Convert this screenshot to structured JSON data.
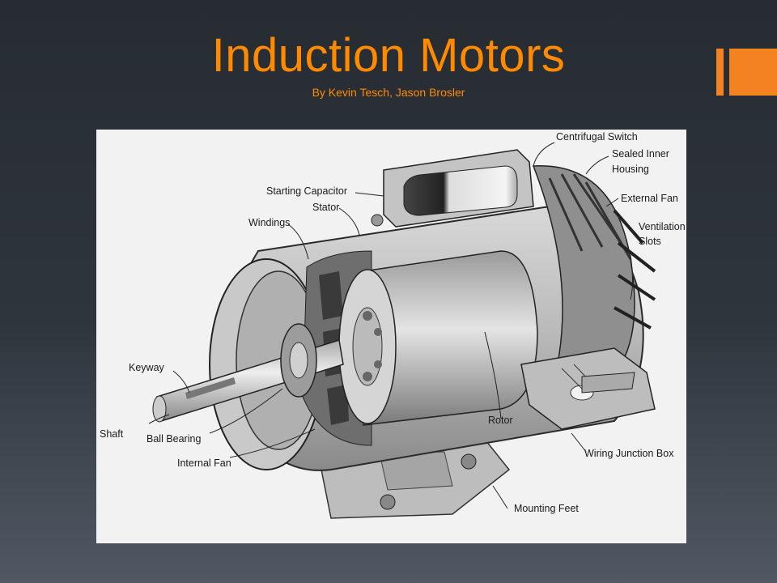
{
  "slide": {
    "title": "Induction Motors",
    "subtitle": "By Kevin Tesch, Jason Brosler",
    "accent_color": "#f58220",
    "title_color": "#ff8a00"
  },
  "diagram": {
    "labels": {
      "centrifugal_switch": "Centrifugal Switch",
      "sealed_inner_1": "Sealed Inner",
      "sealed_inner_2": "Housing",
      "starting_capacitor": "Starting Capacitor",
      "stator": "Stator",
      "external_fan": "External Fan",
      "windings": "Windings",
      "ventilation_1": "Ventilation",
      "ventilation_2": "Slots",
      "keyway": "Keyway",
      "shaft": "Shaft",
      "ball_bearing": "Ball Bearing",
      "internal_fan": "Internal Fan",
      "rotor": "Rotor",
      "wiring_junction_box": "Wiring Junction Box",
      "mounting_feet": "Mounting Feet"
    }
  }
}
